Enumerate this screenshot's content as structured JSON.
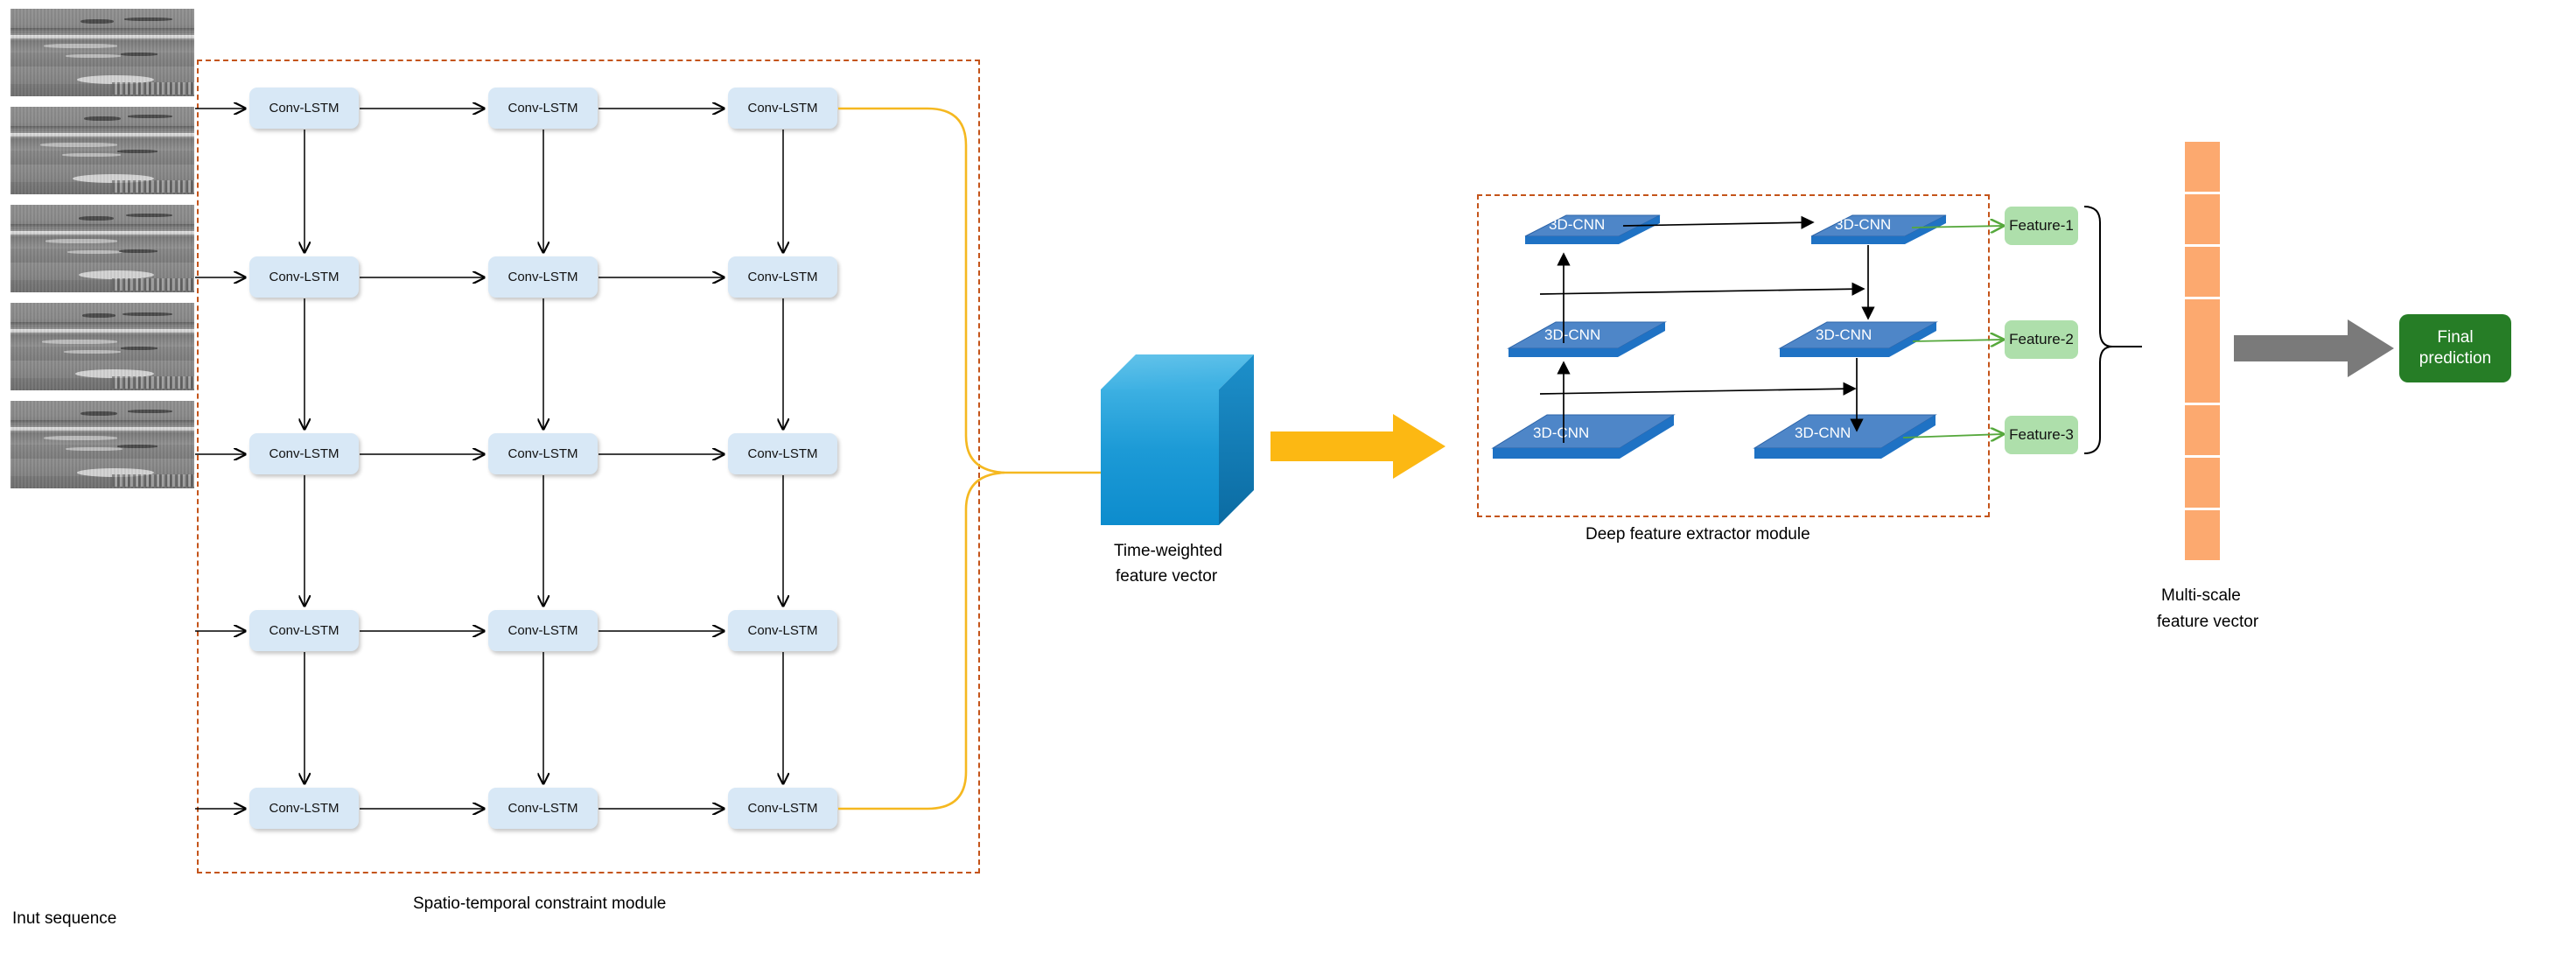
{
  "figure": {
    "type": "architecture-diagram",
    "title": "Spatio-temporal deep network architecture"
  },
  "input": {
    "caption": "Inut sequence",
    "frame_count": 5,
    "frame_label": "grayscale-aerial-frame"
  },
  "spatio_temporal_module": {
    "caption": "Spatio-temporal constraint module",
    "rows": 5,
    "cols": 3,
    "cell_label": "Conv-LSTM",
    "cells": [
      [
        "Conv-LSTM",
        "Conv-LSTM",
        "Conv-LSTM"
      ],
      [
        "Conv-LSTM",
        "Conv-LSTM",
        "Conv-LSTM"
      ],
      [
        "Conv-LSTM",
        "Conv-LSTM",
        "Conv-LSTM"
      ],
      [
        "Conv-LSTM",
        "Conv-LSTM",
        "Conv-LSTM"
      ],
      [
        "Conv-LSTM",
        "Conv-LSTM",
        "Conv-LSTM"
      ]
    ]
  },
  "time_weighted": {
    "caption_line1": "Time-weighted",
    "caption_line2": "feature vector",
    "shape": "cube"
  },
  "deep_feature_module": {
    "caption": "Deep feature extractor module",
    "blocks": [
      {
        "label": "3D-CNN",
        "column": "left",
        "scale": "small"
      },
      {
        "label": "3D-CNN",
        "column": "right",
        "scale": "small"
      },
      {
        "label": "3D-CNN",
        "column": "left",
        "scale": "medium"
      },
      {
        "label": "3D-CNN",
        "column": "right",
        "scale": "medium"
      },
      {
        "label": "3D-CNN",
        "column": "left",
        "scale": "large"
      },
      {
        "label": "3D-CNN",
        "column": "right",
        "scale": "large"
      }
    ]
  },
  "features": [
    {
      "label": "Feature-1"
    },
    {
      "label": "Feature-2"
    },
    {
      "label": "Feature-3"
    }
  ],
  "multi_scale": {
    "caption_line1": "Multi-scale",
    "caption_line2": "feature vector",
    "segments": 8
  },
  "final": {
    "line1": "Final",
    "line2": "prediction"
  },
  "colors": {
    "lstm_fill": "#d8e8f6",
    "module_border": "#c4541a",
    "cube_front": "#1c9ad6",
    "slab_top": "#4e86c8",
    "slab_edge": "#1f72c4",
    "feature_fill": "#aedfab",
    "vector_fill": "#fca96f",
    "final_fill": "#267d26",
    "gather_curve": "#f5b820",
    "big_arrow": "#fcb813",
    "gray_arrow": "#7a7a7a",
    "green_arrow": "#56a83c"
  }
}
